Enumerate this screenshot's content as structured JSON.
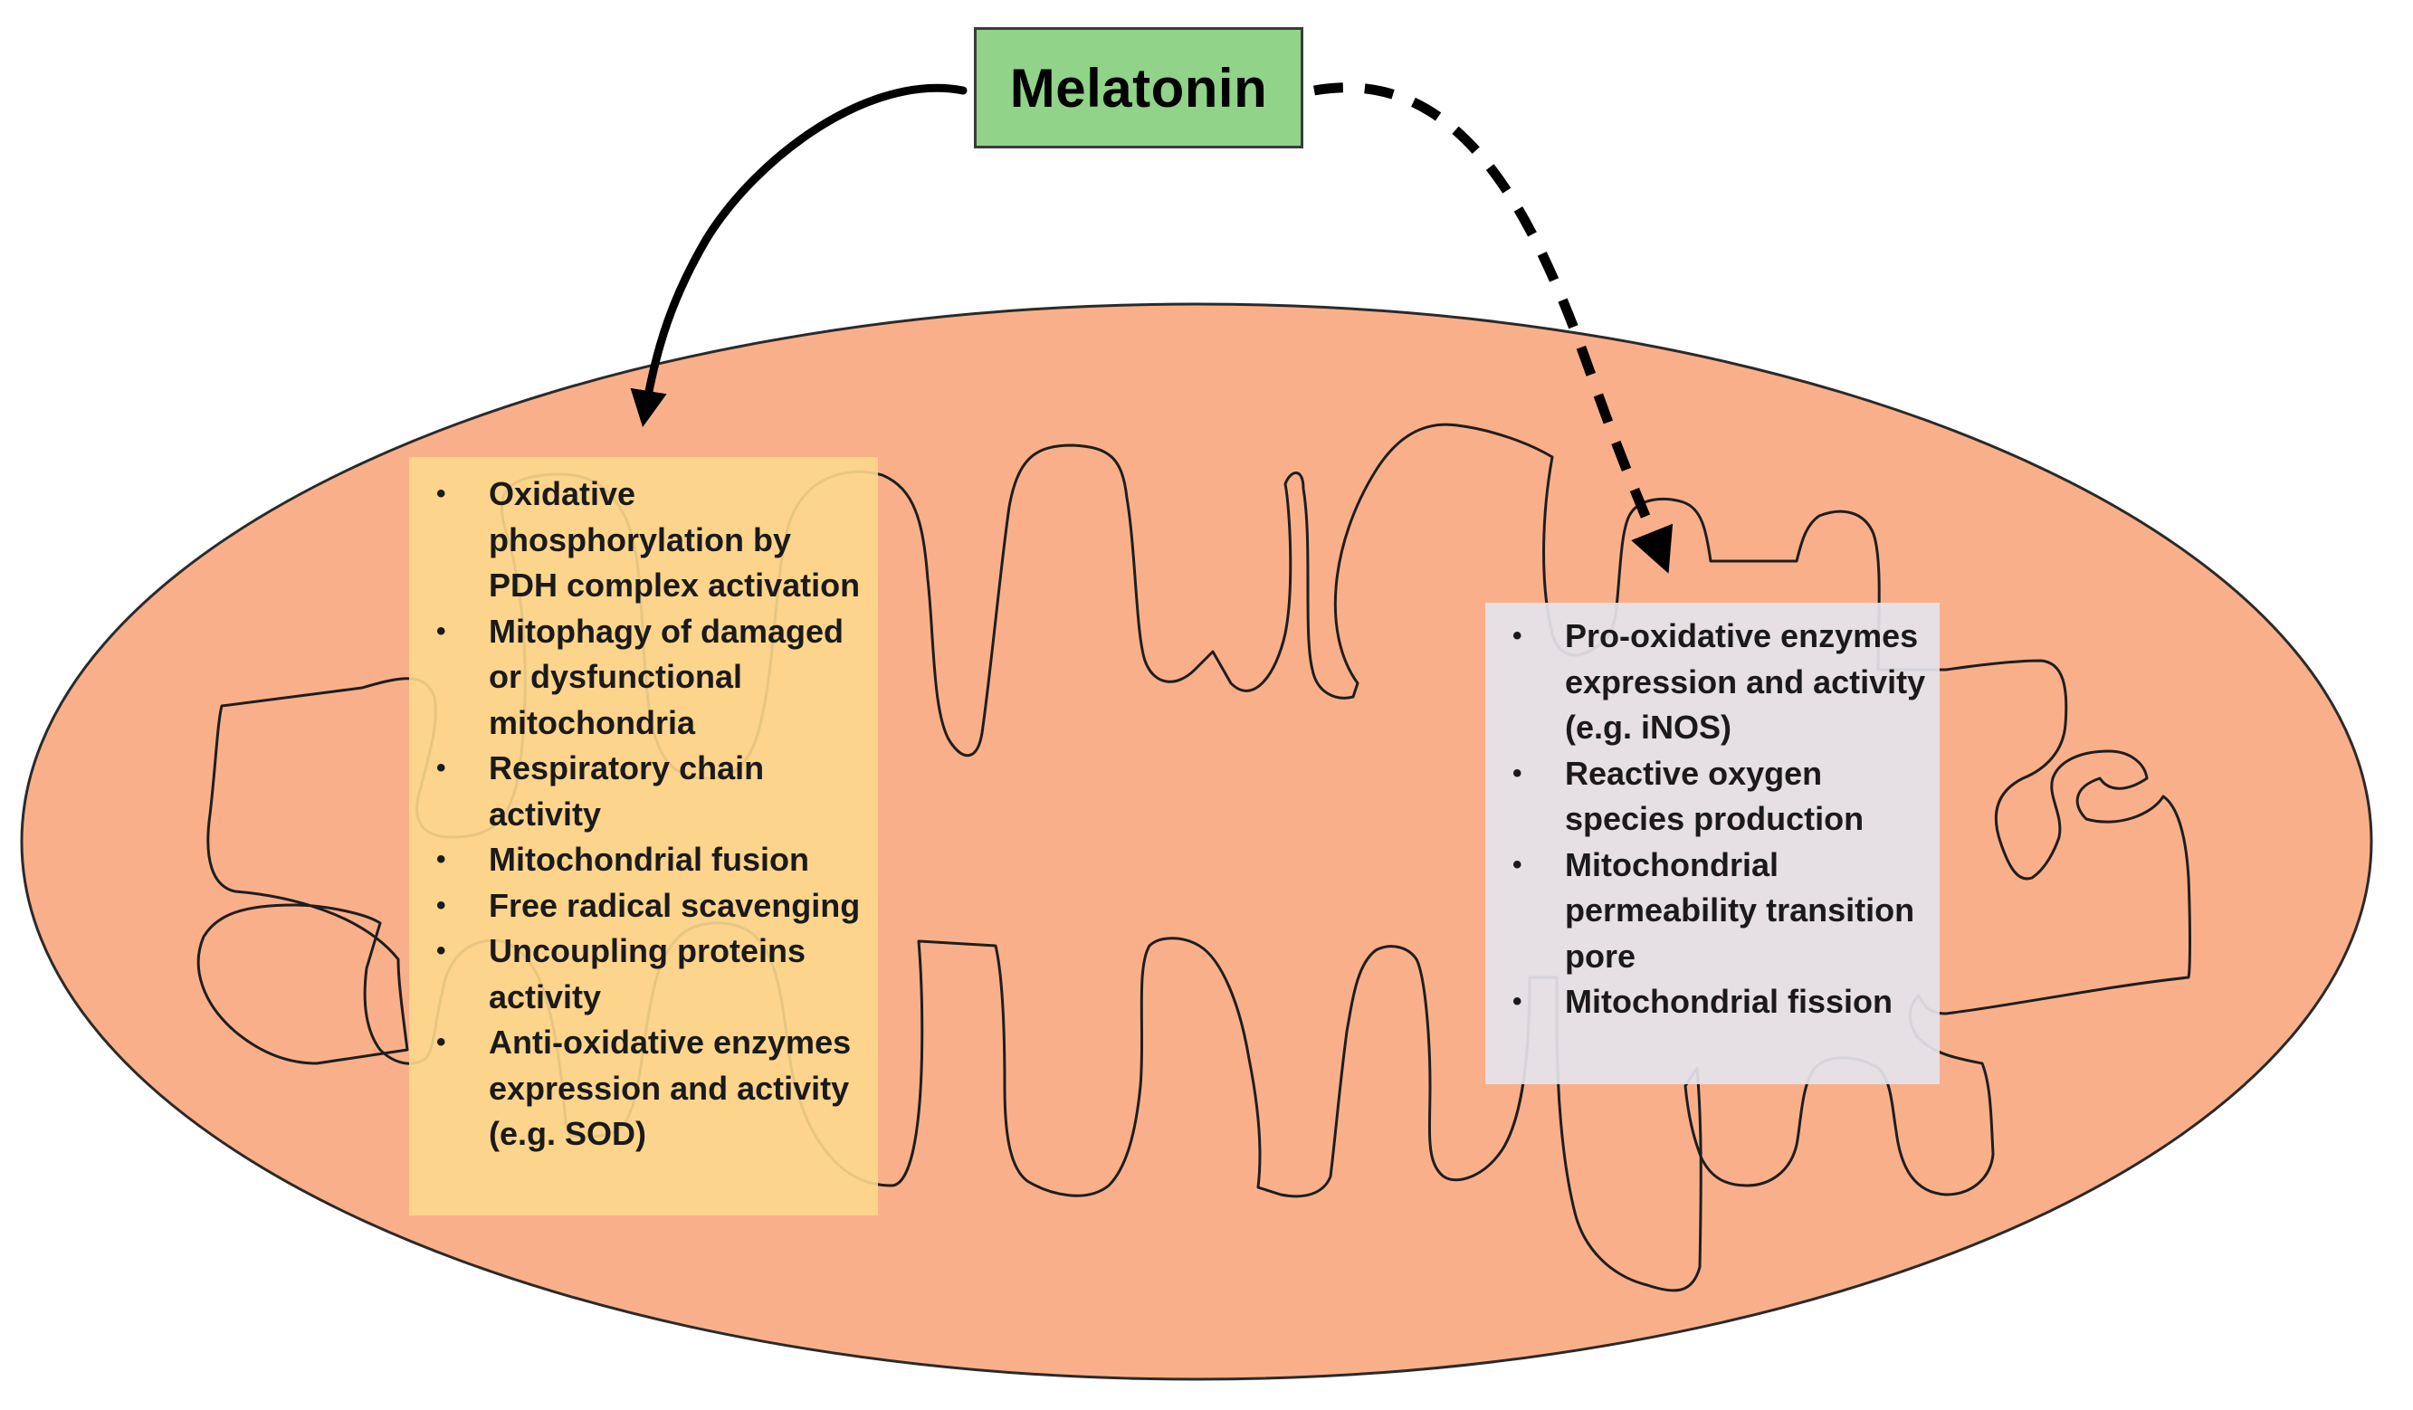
{
  "title": "Melatonin",
  "left_effects": [
    "Oxidative phosphorylation by PDH complex activation",
    "Mitophagy of damaged or dysfunctional mitochondria",
    "Respiratory chain activity",
    "Mitochondrial fusion",
    "Free radical scavenging",
    "Uncoupling proteins activity",
    "Anti-oxidative enzymes expression and activity (e.g. SOD)"
  ],
  "right_effects": [
    "Pro-oxidative enzymes expression and activity (e.g. iNOS)",
    "Reactive oxygen species production",
    "Mitochondrial permeability transition pore",
    "Mitochondrial fission"
  ],
  "colors": {
    "mitochondrion_fill": "#f9b08a",
    "membrane_stroke": "#2a2a2a",
    "title_box_fill": "#90d389",
    "left_panel_fill": "#fdd88c",
    "right_panel_fill": "#e4e2ea",
    "arrow": "#000000"
  }
}
